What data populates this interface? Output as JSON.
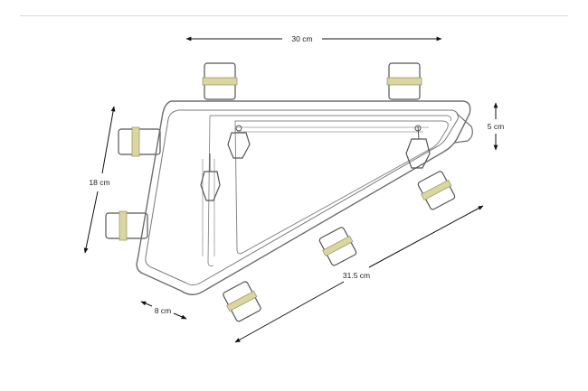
{
  "dimensions": {
    "top_width": "30 cm",
    "front_height": "18 cm",
    "depth": "5 cm",
    "bottom_length": "31.5 cm",
    "base_width": "8 cm"
  },
  "colors": {
    "outline": "#6e6e6e",
    "strap_band": "#d9d6a0",
    "arrow": "#111111",
    "divider": "#d9d9d9"
  }
}
